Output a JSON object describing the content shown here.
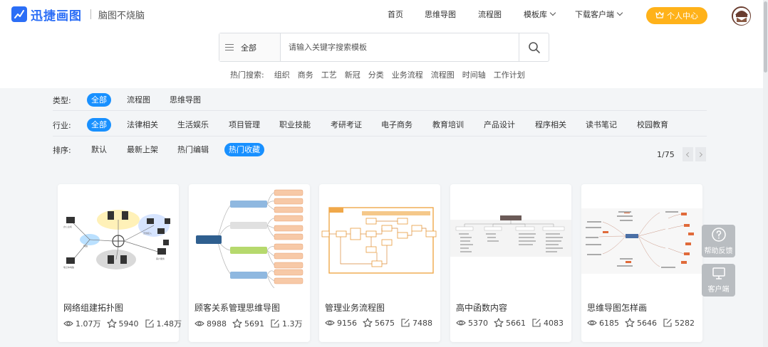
{
  "header": {
    "logo_text": "迅捷画图",
    "slogan": "脑图不烧脑",
    "nav": [
      {
        "label": "首页"
      },
      {
        "label": "思维导图"
      },
      {
        "label": "流程图"
      },
      {
        "label": "模板库"
      },
      {
        "label": "下载客户端"
      }
    ],
    "user_center": "个人中心"
  },
  "search": {
    "category": "全部",
    "placeholder": "请输入关键字搜索模板",
    "value": ""
  },
  "hot": {
    "label": "热门搜索:",
    "items": [
      "组织",
      "商务",
      "工艺",
      "新冠",
      "分类",
      "业务流程",
      "流程图",
      "时间轴",
      "工作计划"
    ]
  },
  "filters": {
    "type": {
      "label": "类型:",
      "options": [
        "全部",
        "流程图",
        "思维导图"
      ],
      "selected": "全部"
    },
    "industry": {
      "label": "行业:",
      "options": [
        "全部",
        "法律相关",
        "生活娱乐",
        "项目管理",
        "职业技能",
        "考研考证",
        "电子商务",
        "教育培训",
        "产品设计",
        "程序相关",
        "读书笔记",
        "校园教育"
      ],
      "selected": "全部"
    },
    "sort": {
      "label": "排序:",
      "options": [
        "默认",
        "最新上架",
        "热门编辑",
        "热门收藏"
      ],
      "selected": "热门收藏"
    }
  },
  "pager": {
    "text": "1/75"
  },
  "cards": [
    {
      "title": "网络组建拓扑图",
      "views": "1.07万",
      "stars": "5940",
      "edits": "1.48万"
    },
    {
      "title": "顾客关系管理思维导图",
      "views": "8988",
      "stars": "5691",
      "edits": "1.3万"
    },
    {
      "title": "管理业务流程图",
      "views": "9156",
      "stars": "5675",
      "edits": "7488"
    },
    {
      "title": "高中函数内容",
      "views": "5370",
      "stars": "5661",
      "edits": "4083"
    },
    {
      "title": "思维导图怎样画",
      "views": "6185",
      "stars": "5646",
      "edits": "5282"
    }
  ],
  "floating": {
    "help": "帮助反馈",
    "client": "客户端"
  },
  "colors": {
    "brand": "#2b6ef6",
    "active_chip": "#1890ff",
    "user_center": "#ffb21a"
  }
}
